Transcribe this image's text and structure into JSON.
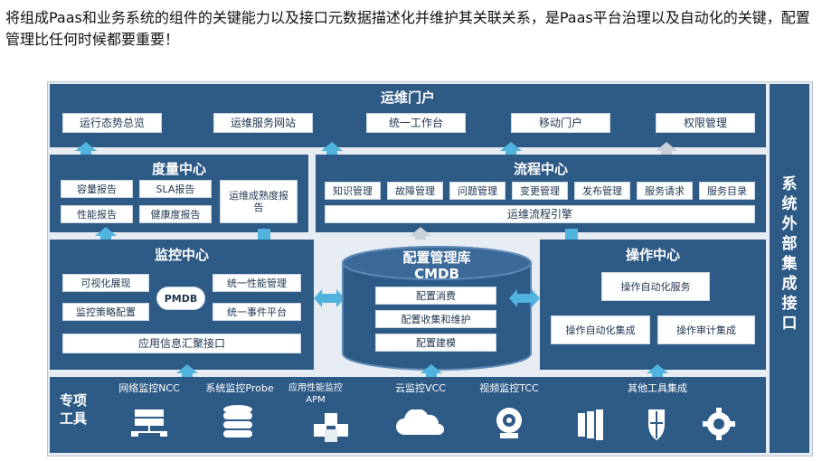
{
  "caption": "将组成Paas和业务系统的组件的关键能力以及接口元数据描述化并维护其关联关系，是Paas平台治理以及自动化的关键，配置管理比任何时候都要重要！",
  "portal": {
    "title": "运维门户",
    "items": [
      "运行态势总览",
      "运维服务网站",
      "统一工作台",
      "移动门户",
      "权限管理"
    ]
  },
  "metrics": {
    "title": "度量中心",
    "items": [
      "容量报告",
      "SLA报告",
      "性能报告",
      "健康度报告",
      "运维成熟度报告"
    ]
  },
  "process": {
    "title": "流程中心",
    "items": [
      "知识管理",
      "故障管理",
      "问题管理",
      "变更管理",
      "发布管理",
      "服务请求",
      "服务目录"
    ],
    "engine": "运维流程引擎"
  },
  "monitor": {
    "title": "监控中心",
    "left": [
      "可视化展现",
      "监控策略配置"
    ],
    "center": "PMDB",
    "right": [
      "统一性能管理",
      "统一事件平台"
    ],
    "bottom": "应用信息汇聚接口"
  },
  "cmdb": {
    "title": "配置管理库",
    "subtitle": "CMDB",
    "items": [
      "配置消费",
      "配置收集和维护",
      "配置建模"
    ]
  },
  "ops": {
    "title": "操作中心",
    "top": "操作自动化服务",
    "items": [
      "操作自动化集成",
      "操作审计集成"
    ]
  },
  "tools": {
    "title": "专项工具",
    "items": [
      {
        "label": "网络监控NCC",
        "icon": "network-icon"
      },
      {
        "label": "系统监控Probe",
        "icon": "database-icon"
      },
      {
        "label": "应用性能监控APM",
        "icon": "cubes-icon"
      },
      {
        "label": "云监控VCC",
        "icon": "cloud-icon"
      },
      {
        "label": "视频监控TCC",
        "icon": "camera-icon"
      },
      {
        "label": "其他工具集成",
        "icon": "tools-icon"
      }
    ]
  },
  "side": {
    "title": "系统外部集成接口"
  },
  "colors": {
    "block": "#2e5a86",
    "arrow": "#4fb3de",
    "frame": "#e6ecf2"
  }
}
